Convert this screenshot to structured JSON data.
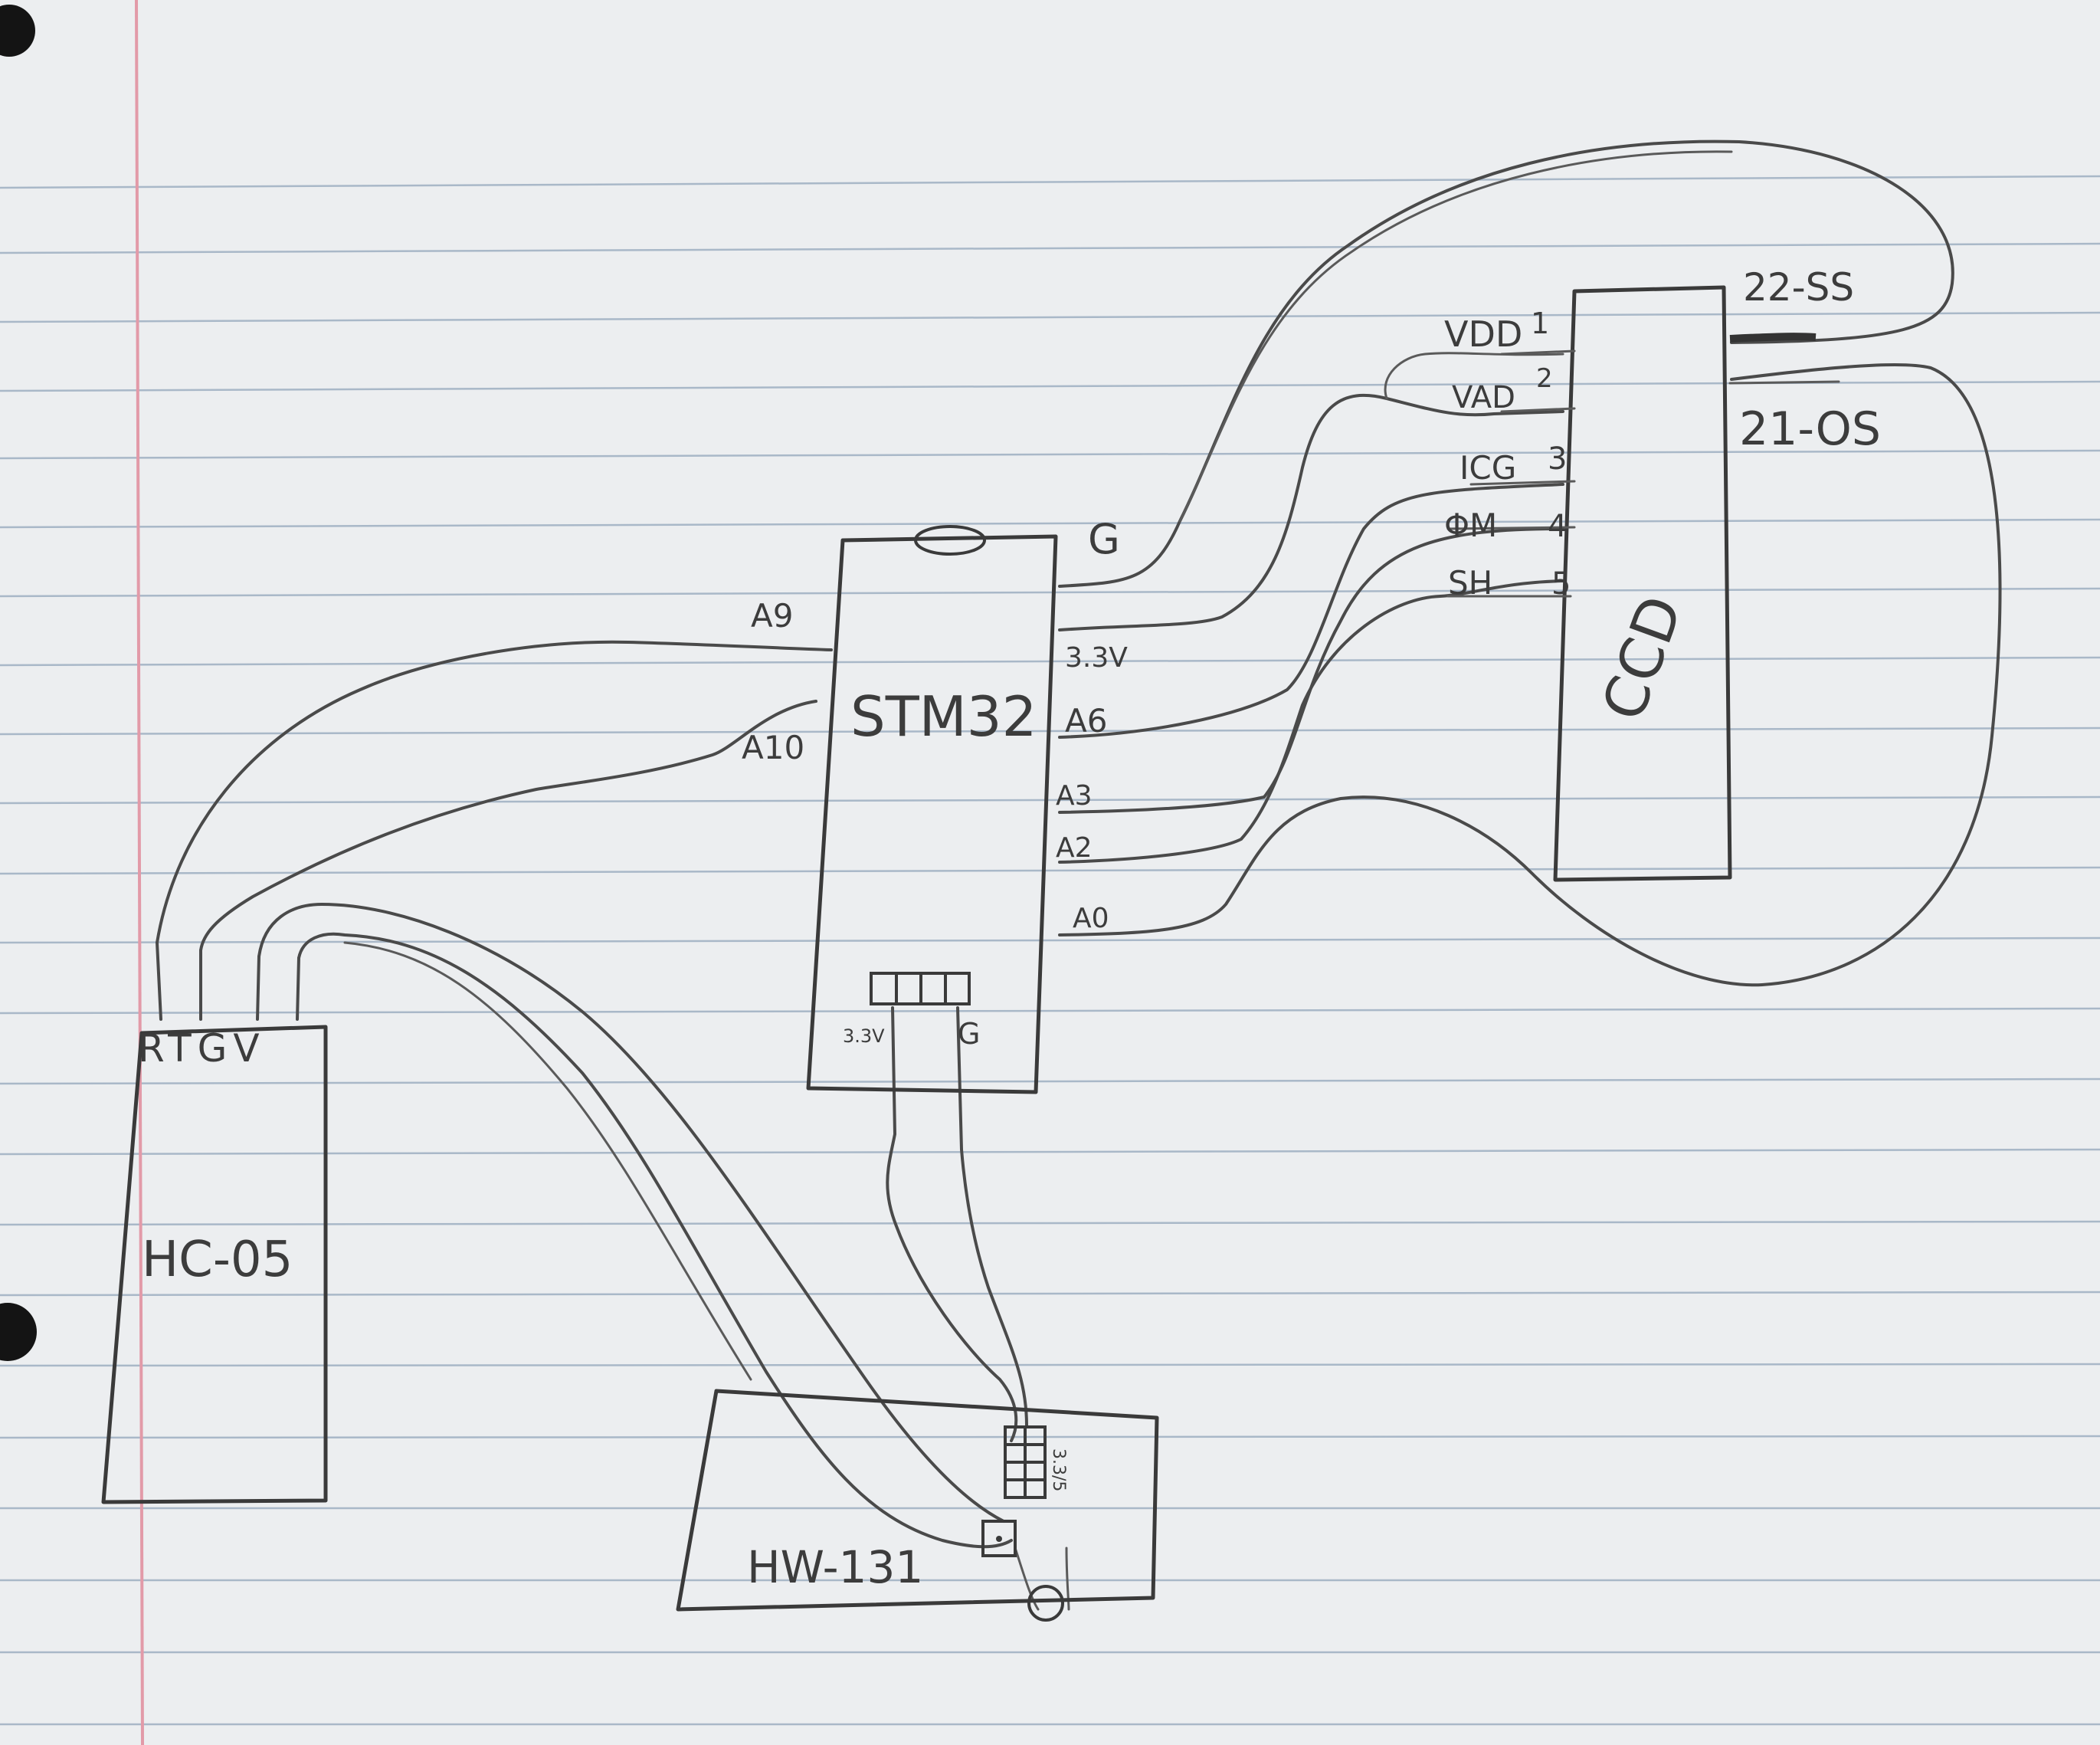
{
  "components": {
    "stm32": {
      "label": "STM32",
      "pins_left": [
        "A9",
        "A10"
      ],
      "pins_right": [
        "G",
        "3.3V",
        "A6",
        "A3",
        "A2",
        "A0"
      ],
      "header_pins": [
        "3.3V",
        "G"
      ]
    },
    "ccd": {
      "label": "CCD",
      "pin_names": [
        "VDD",
        "VAD",
        "ICG",
        "ΦM",
        "SH"
      ],
      "pin_numbers": [
        "1",
        "2",
        "3",
        "4",
        "5"
      ],
      "right_pins": [
        "22-SS",
        "21-OS"
      ]
    },
    "hc05": {
      "label": "HC-05",
      "pin_header": "RTGV"
    },
    "hw131": {
      "label": "HW-131",
      "side_label": "3.3/5"
    }
  }
}
